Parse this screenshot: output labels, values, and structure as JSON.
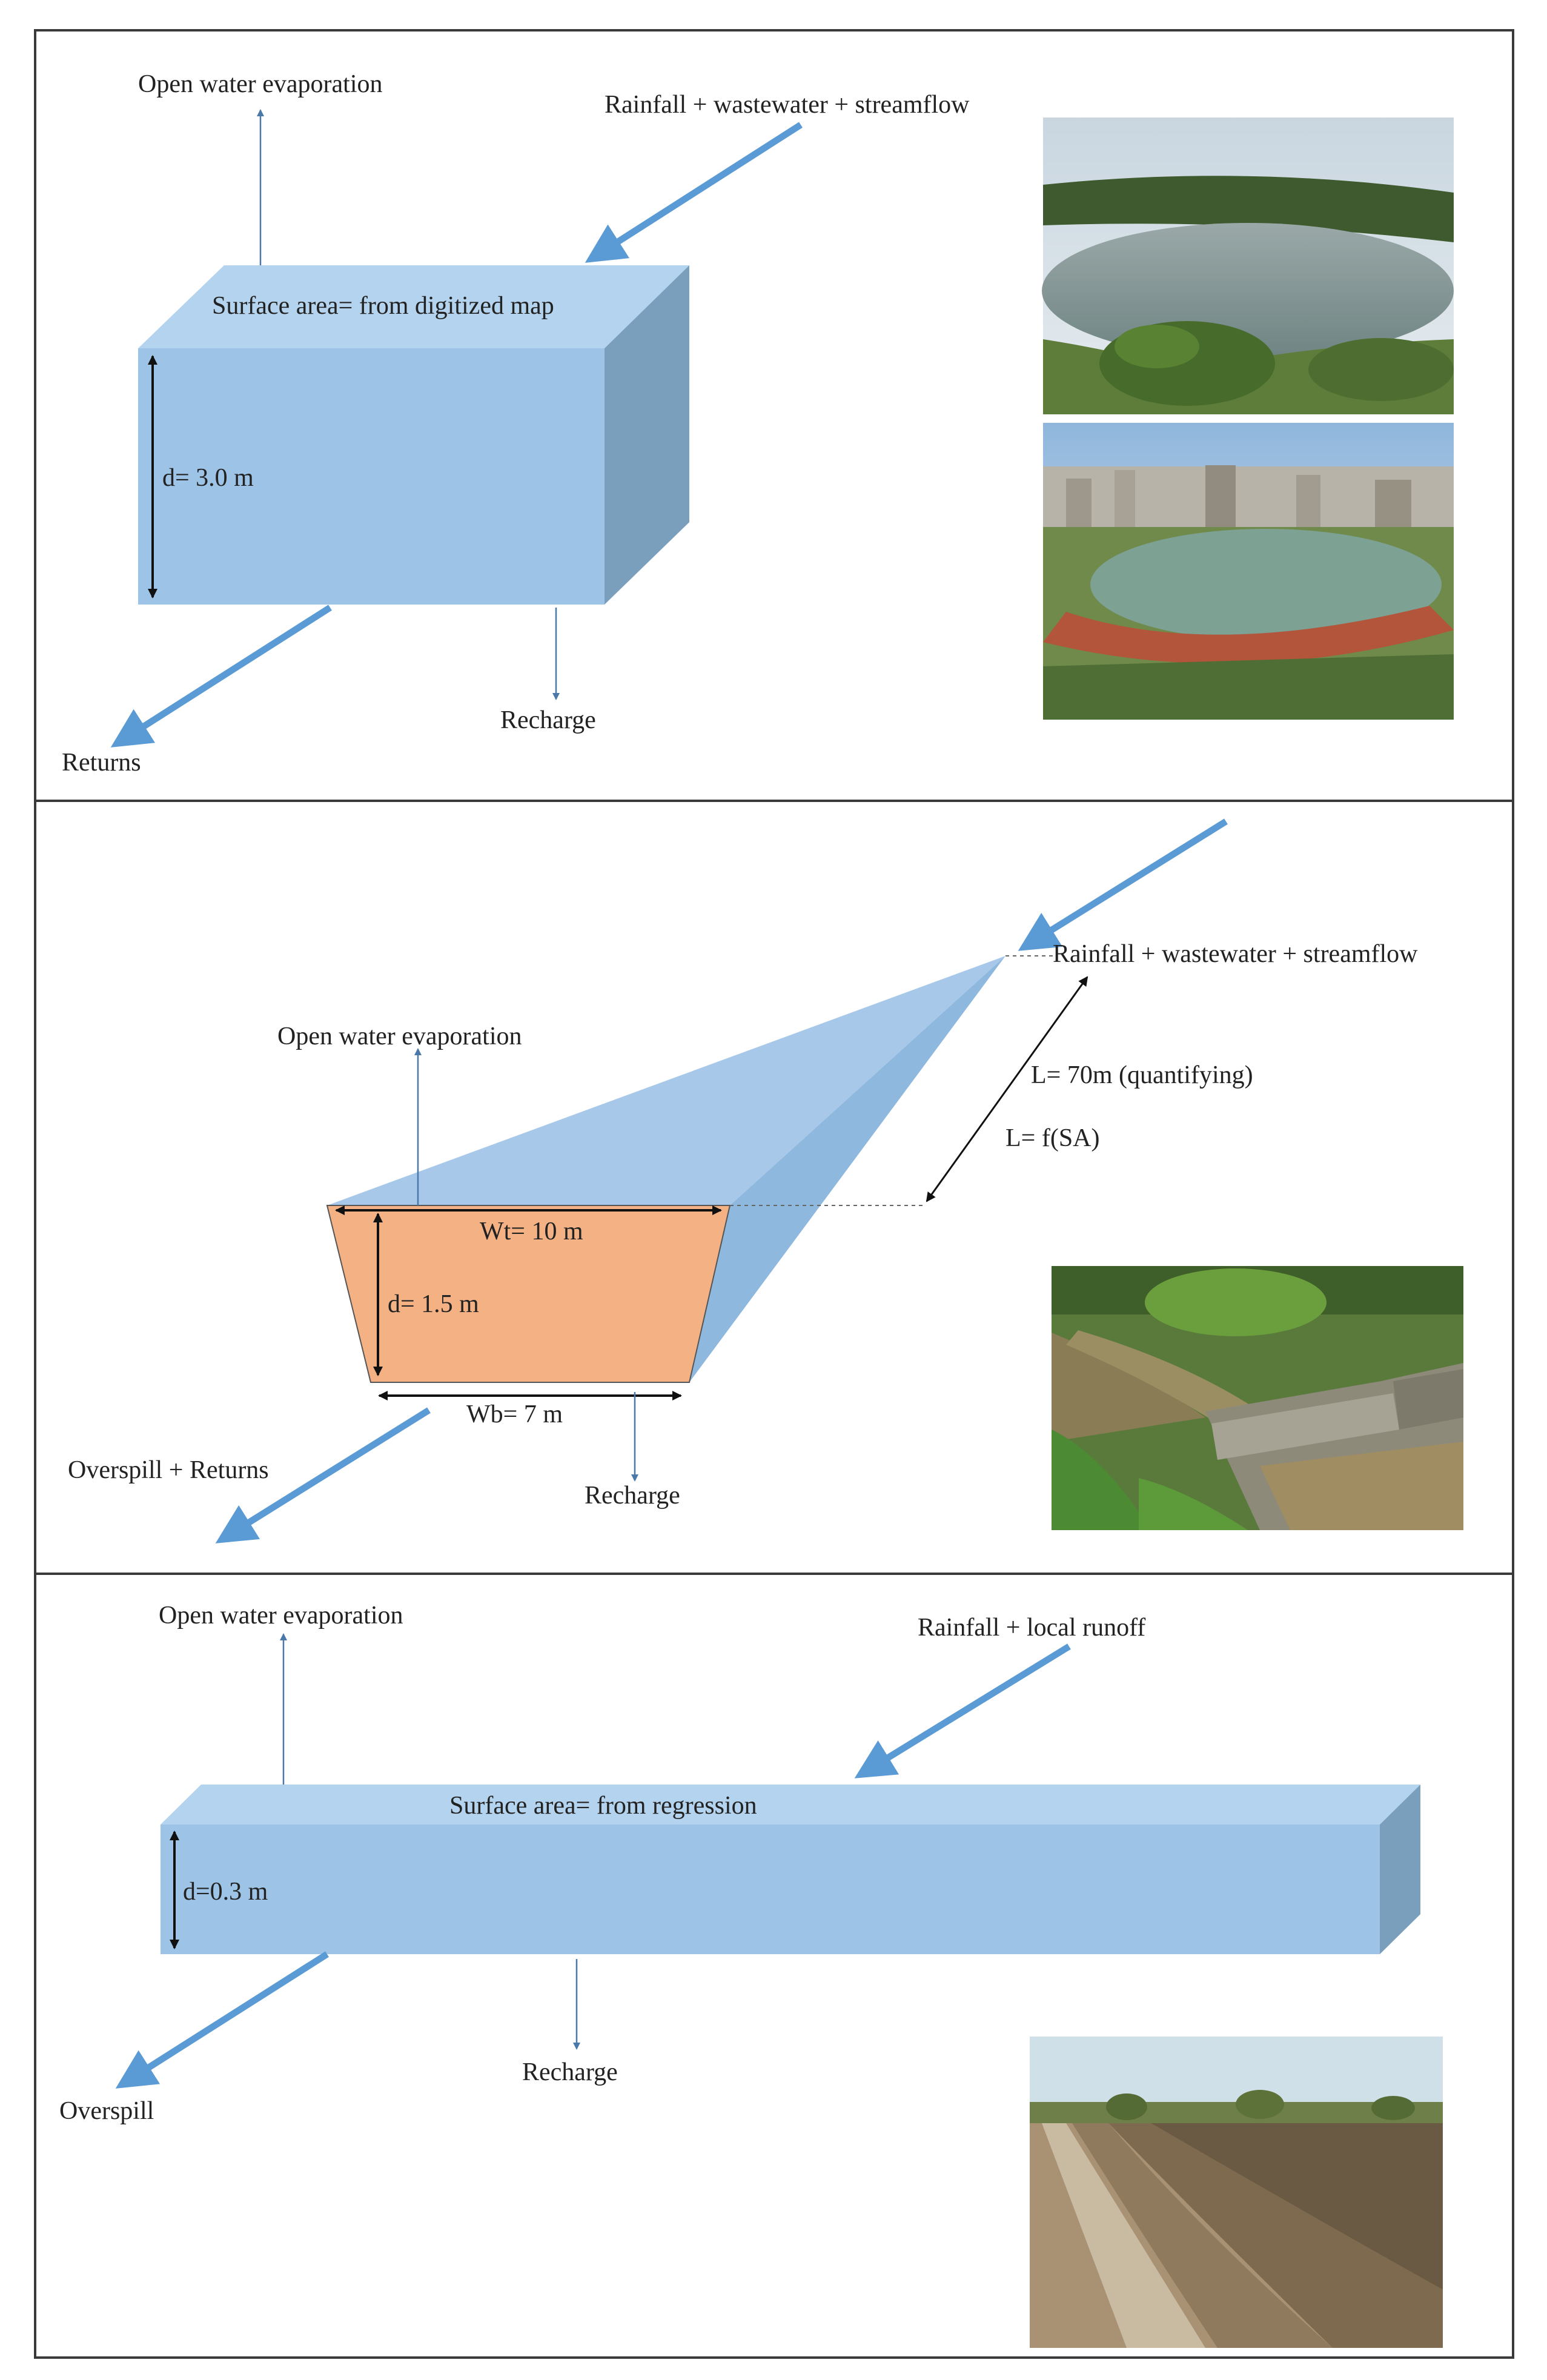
{
  "panel_top": {
    "evaporation": "Open water evaporation",
    "inflow": "Rainfall + wastewater + streamflow",
    "surface": "Surface area= from digitized map",
    "depth": "d= 3.0 m",
    "recharge": "Recharge",
    "outflow": "Returns",
    "photos": [
      "crater lake with green rim",
      "urban lake surrounded by city"
    ]
  },
  "panel_middle": {
    "evaporation": "Open water evaporation",
    "inflow": "Rainfall + wastewater + streamflow",
    "length_quant": "L= 70m (quantifying)",
    "length_func": "L= f(SA)",
    "top_width": "Wt= 10 m",
    "depth": "d= 1.5 m",
    "bottom_width": "Wb= 7 m",
    "outflow": "Overspill + Returns",
    "recharge": "Recharge",
    "photos": [
      "check dam with stone wall and water"
    ]
  },
  "panel_bottom": {
    "evaporation": "Open water evaporation",
    "inflow": "Rainfall + local runoff",
    "surface": "Surface area= from regression",
    "depth": "d=0.3 m",
    "recharge": "Recharge",
    "outflow": "Overspill",
    "photos": [
      "field trench / contour bund"
    ]
  },
  "colors": {
    "water_front": "#9dc3e6",
    "water_top": "#b4d3ee",
    "water_side": "#7a9fbd",
    "trapezoid": "#f4b183",
    "arrow": "#5b9bd5"
  }
}
